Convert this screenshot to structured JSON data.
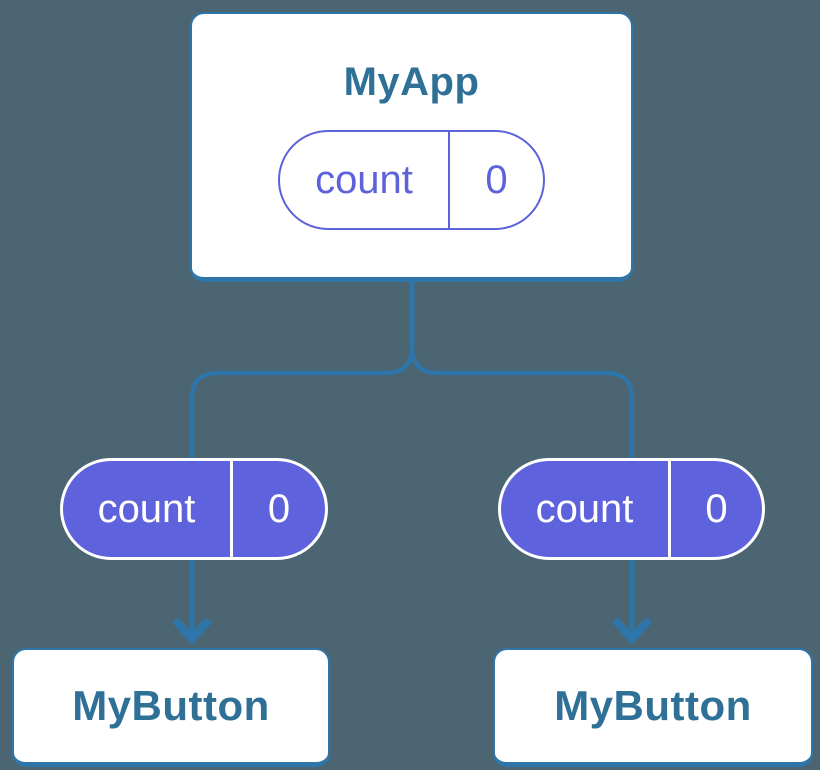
{
  "colors": {
    "bg": "#4c6572",
    "line": "#2e75a9",
    "node-border": "#2e75a9",
    "node-text": "#2f7096",
    "purple": "#5d62da",
    "purple-fill": "#5e63dd",
    "white": "#ffffff"
  },
  "diagram": {
    "parent": {
      "title": "MyApp",
      "state": {
        "name": "count",
        "value": "0"
      }
    },
    "children": [
      {
        "title": "MyButton",
        "state": {
          "name": "count",
          "value": "0"
        }
      },
      {
        "title": "MyButton",
        "state": {
          "name": "count",
          "value": "0"
        }
      }
    ]
  }
}
